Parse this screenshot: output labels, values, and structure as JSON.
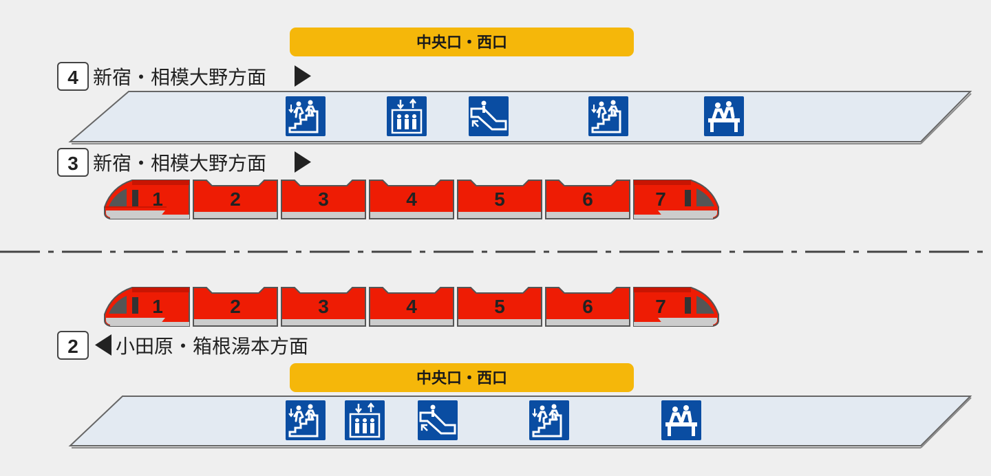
{
  "colors": {
    "background": "#efefef",
    "exit_bar": "#f5b70a",
    "platform_fill": "#e3eaf2",
    "platform_stroke": "#666666",
    "train_red": "#ee1c04",
    "train_gray": "#cccccc",
    "icon_blue": "#0a4da2"
  },
  "track4": {
    "number": "4",
    "direction": "新宿・相模大野方面",
    "arrow": "right-arrow"
  },
  "track3": {
    "number": "3",
    "direction": "新宿・相模大野方面",
    "arrow": "right-arrow"
  },
  "track2": {
    "number": "2",
    "direction": "小田原・箱根湯本方面",
    "arrow": "left-arrow"
  },
  "upper_exit": {
    "label": "中央口・西口"
  },
  "lower_exit": {
    "label": "中央口・西口"
  },
  "upper_platform": {
    "icons": [
      "stairs-up-down-icon",
      "elevator-icon",
      "escalator-icon",
      "stairs-up-down-icon",
      "waiting-bench-icon"
    ]
  },
  "lower_platform": {
    "icons": [
      "stairs-up-down-icon",
      "elevator-icon",
      "escalator-icon",
      "stairs-up-down-icon",
      "waiting-bench-icon"
    ]
  },
  "upper_train": {
    "cars": [
      "1",
      "2",
      "3",
      "4",
      "5",
      "6",
      "7"
    ]
  },
  "lower_train": {
    "cars": [
      "1",
      "2",
      "3",
      "4",
      "5",
      "6",
      "7"
    ]
  }
}
